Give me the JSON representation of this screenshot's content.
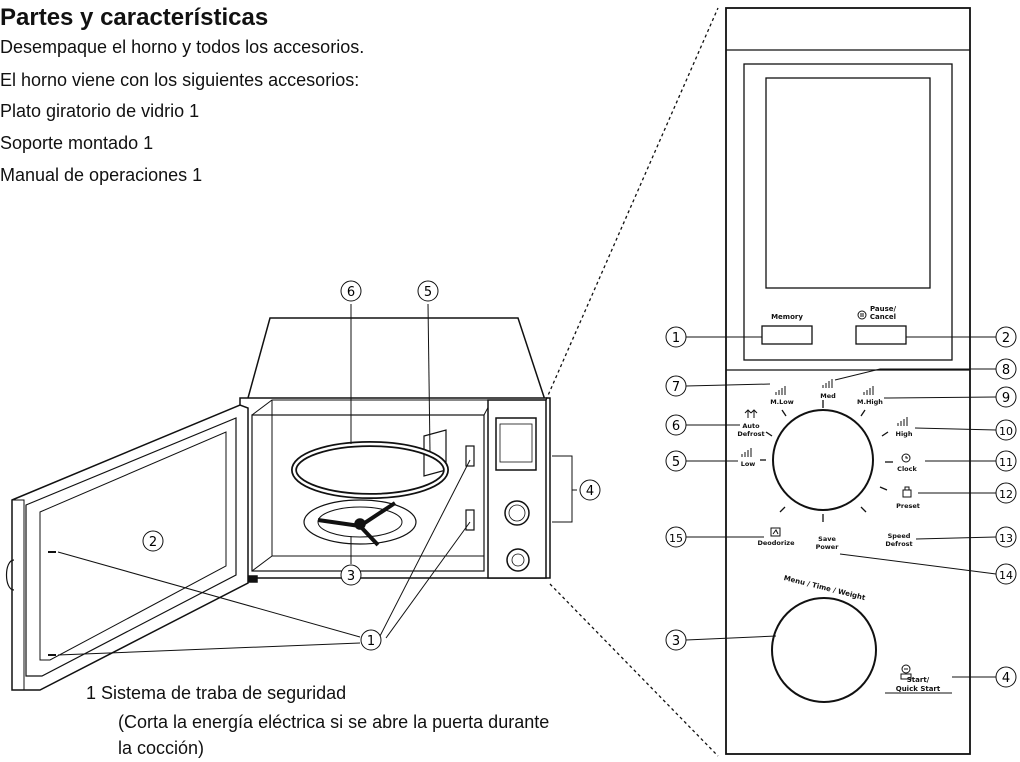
{
  "title": "Partes y características",
  "intro": [
    "Desempaque el horno y todos los accesorios.",
    "El horno viene con los siguientes accesorios:",
    "Plato giratorio de vidrio  1",
    "Soporte montado  1",
    "Manual de operaciones  1"
  ],
  "caption": {
    "line1": "1  Sistema de traba de seguridad",
    "line2": "(Corta la energía eléctrica si se abre la puerta durante",
    "line3": "la cocción)"
  },
  "oven_callouts": {
    "n1": "1",
    "n2": "2",
    "n3": "3",
    "n4": "4",
    "n5": "5",
    "n6": "6"
  },
  "panel": {
    "memory": "Memory",
    "pause_cancel_1": "Pause/",
    "pause_cancel_2": "Cancel",
    "dial_labels": {
      "m_low": "M.Low",
      "med": "Med",
      "m_high": "M.High",
      "auto_defrost_1": "Auto",
      "auto_defrost_2": "Defrost",
      "high": "High",
      "low": "Low",
      "clock": "Clock",
      "preset": "Preset",
      "speed_defrost_1": "Speed",
      "speed_defrost_2": "Defrost",
      "deodorize": "Deodorize",
      "save_power_1": "Save",
      "save_power_2": "Power"
    },
    "menu_time_weight": "Menu / Time / Weight",
    "start_1": "Start/",
    "start_2": "Quick Start",
    "callouts": {
      "p1": "1",
      "p2": "2",
      "p3": "3",
      "p4": "4",
      "p5": "5",
      "p6": "6",
      "p7": "7",
      "p8": "8",
      "p9": "9",
      "p10": "10",
      "p11": "11",
      "p12": "12",
      "p13": "13",
      "p14": "14",
      "p15": "15"
    }
  }
}
